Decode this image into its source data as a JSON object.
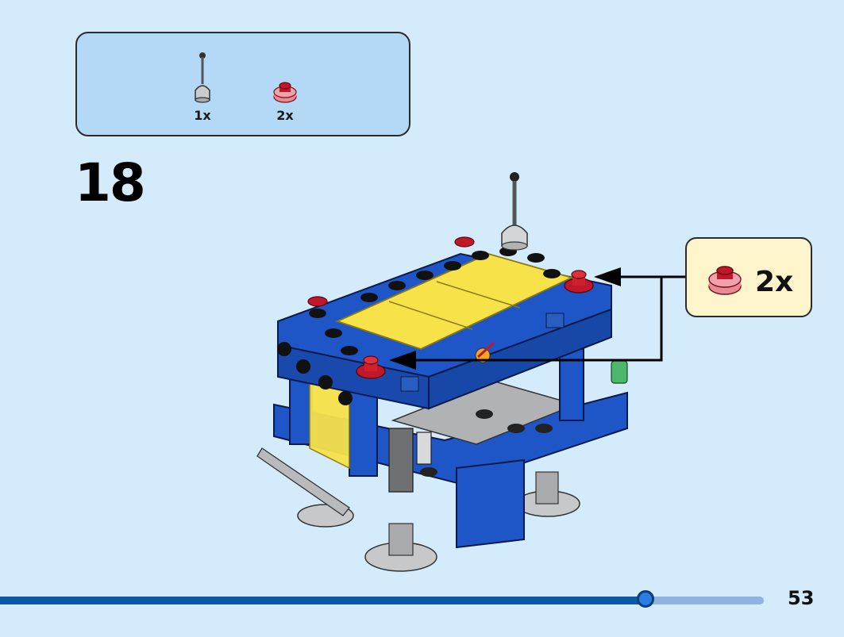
{
  "step": {
    "number": "18"
  },
  "parts_list": [
    {
      "name": "antenna-part",
      "qty": "1x"
    },
    {
      "name": "round-plate-red-part",
      "qty": "2x"
    }
  ],
  "callout": {
    "qty": "2x"
  },
  "progress": {
    "fraction": 0.845
  },
  "page": {
    "number": "53"
  },
  "colors": {
    "background": "#d4ebfb",
    "parts_box": "#b3d9f7",
    "callout_box": "#fef5cc",
    "brick_blue": "#1e56c8",
    "brick_yellow": "#f7e24a",
    "plate_red": "#c0182a",
    "progress_fill": "#0a5aa8",
    "progress_track": "#8fb3e3"
  }
}
